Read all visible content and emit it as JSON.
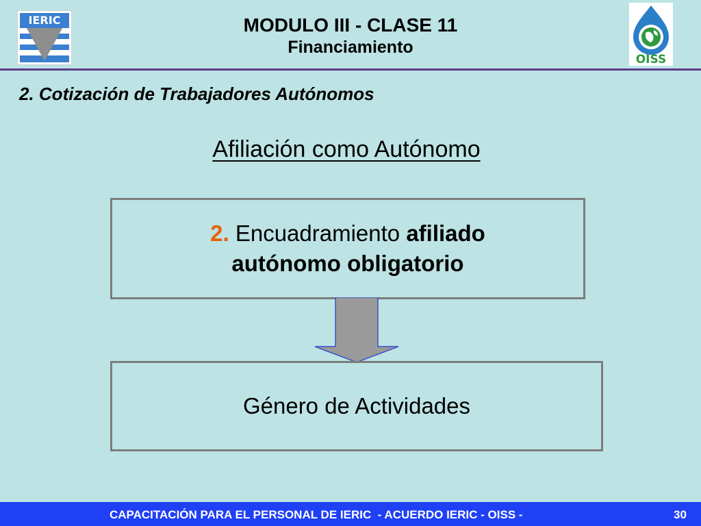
{
  "header": {
    "logo_left_text": "IERIC",
    "title_line1": "MODULO III - CLASE 11",
    "title_line2": "Financiamiento",
    "logo_right_text": "OISS"
  },
  "section_heading": "2. Cotización de Trabajadores Autónomos",
  "subtitle": "Afiliación como Autónomo",
  "box1": {
    "number": "2.",
    "text_regular": "Encuadramiento",
    "text_bold_1": "afiliado",
    "text_bold_2": "autónomo obligatorio"
  },
  "box2": {
    "text": "Género de Actividades"
  },
  "footer": {
    "text": "CAPACITACIÓN PARA EL PERSONAL DE IERIC  - ACUERDO IERIC - OISS -",
    "page_number": "30"
  },
  "colors": {
    "background": "#bde3e4",
    "header_rule": "#5b3a8c",
    "accent_number": "#e8620c",
    "footer_bar": "#1f40f5",
    "box_border": "#7c7c7c",
    "arrow_fill": "#9a9a9a"
  }
}
